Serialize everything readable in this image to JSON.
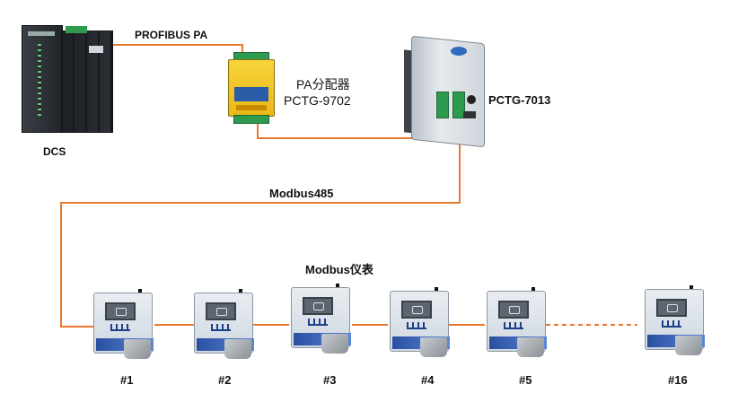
{
  "title": "",
  "colors": {
    "wire": "#e8782c",
    "dashed_wire": "#e8782c"
  },
  "labels": {
    "profibus": "PROFIBUS PA",
    "dcs": "DCS",
    "pa_line1": "PA分配器",
    "pa_line2": "PCTG-9702",
    "gateway": "PCTG-7013",
    "modbus485": "Modbus485",
    "instruments": "Modbus仪表"
  },
  "devices": [
    "#1",
    "#2",
    "#3",
    "#4",
    "#5",
    "#16"
  ],
  "icons": [
    "dcs-rack-icon",
    "pa-distributor-icon",
    "gateway-icon",
    "instrument-icon"
  ]
}
